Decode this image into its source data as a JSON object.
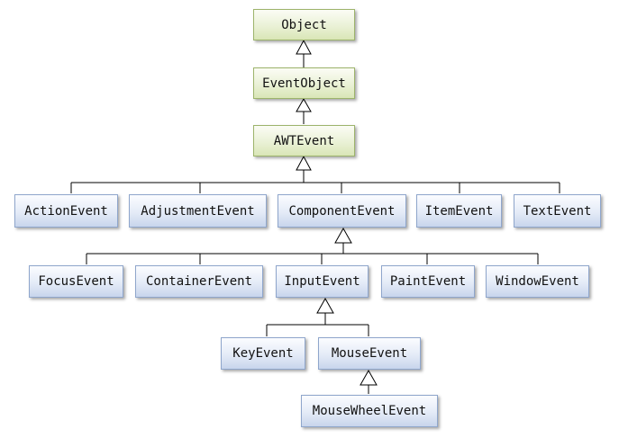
{
  "diagram": {
    "nodes": {
      "object": "Object",
      "event_object": "EventObject",
      "awt_event": "AWTEvent",
      "action_event": "ActionEvent",
      "adjustment_event": "AdjustmentEvent",
      "component_event": "ComponentEvent",
      "item_event": "ItemEvent",
      "text_event": "TextEvent",
      "focus_event": "FocusEvent",
      "container_event": "ContainerEvent",
      "input_event": "InputEvent",
      "paint_event": "PaintEvent",
      "window_event": "WindowEvent",
      "key_event": "KeyEvent",
      "mouse_event": "MouseEvent",
      "mouse_wheel_event": "MouseWheelEvent"
    },
    "colors": {
      "base_class_fill": "#eaf1d6",
      "base_class_border": "#9db46b",
      "subclass_fill": "#e4ebf7",
      "subclass_border": "#8fa6cc",
      "connector": "#000000"
    }
  }
}
